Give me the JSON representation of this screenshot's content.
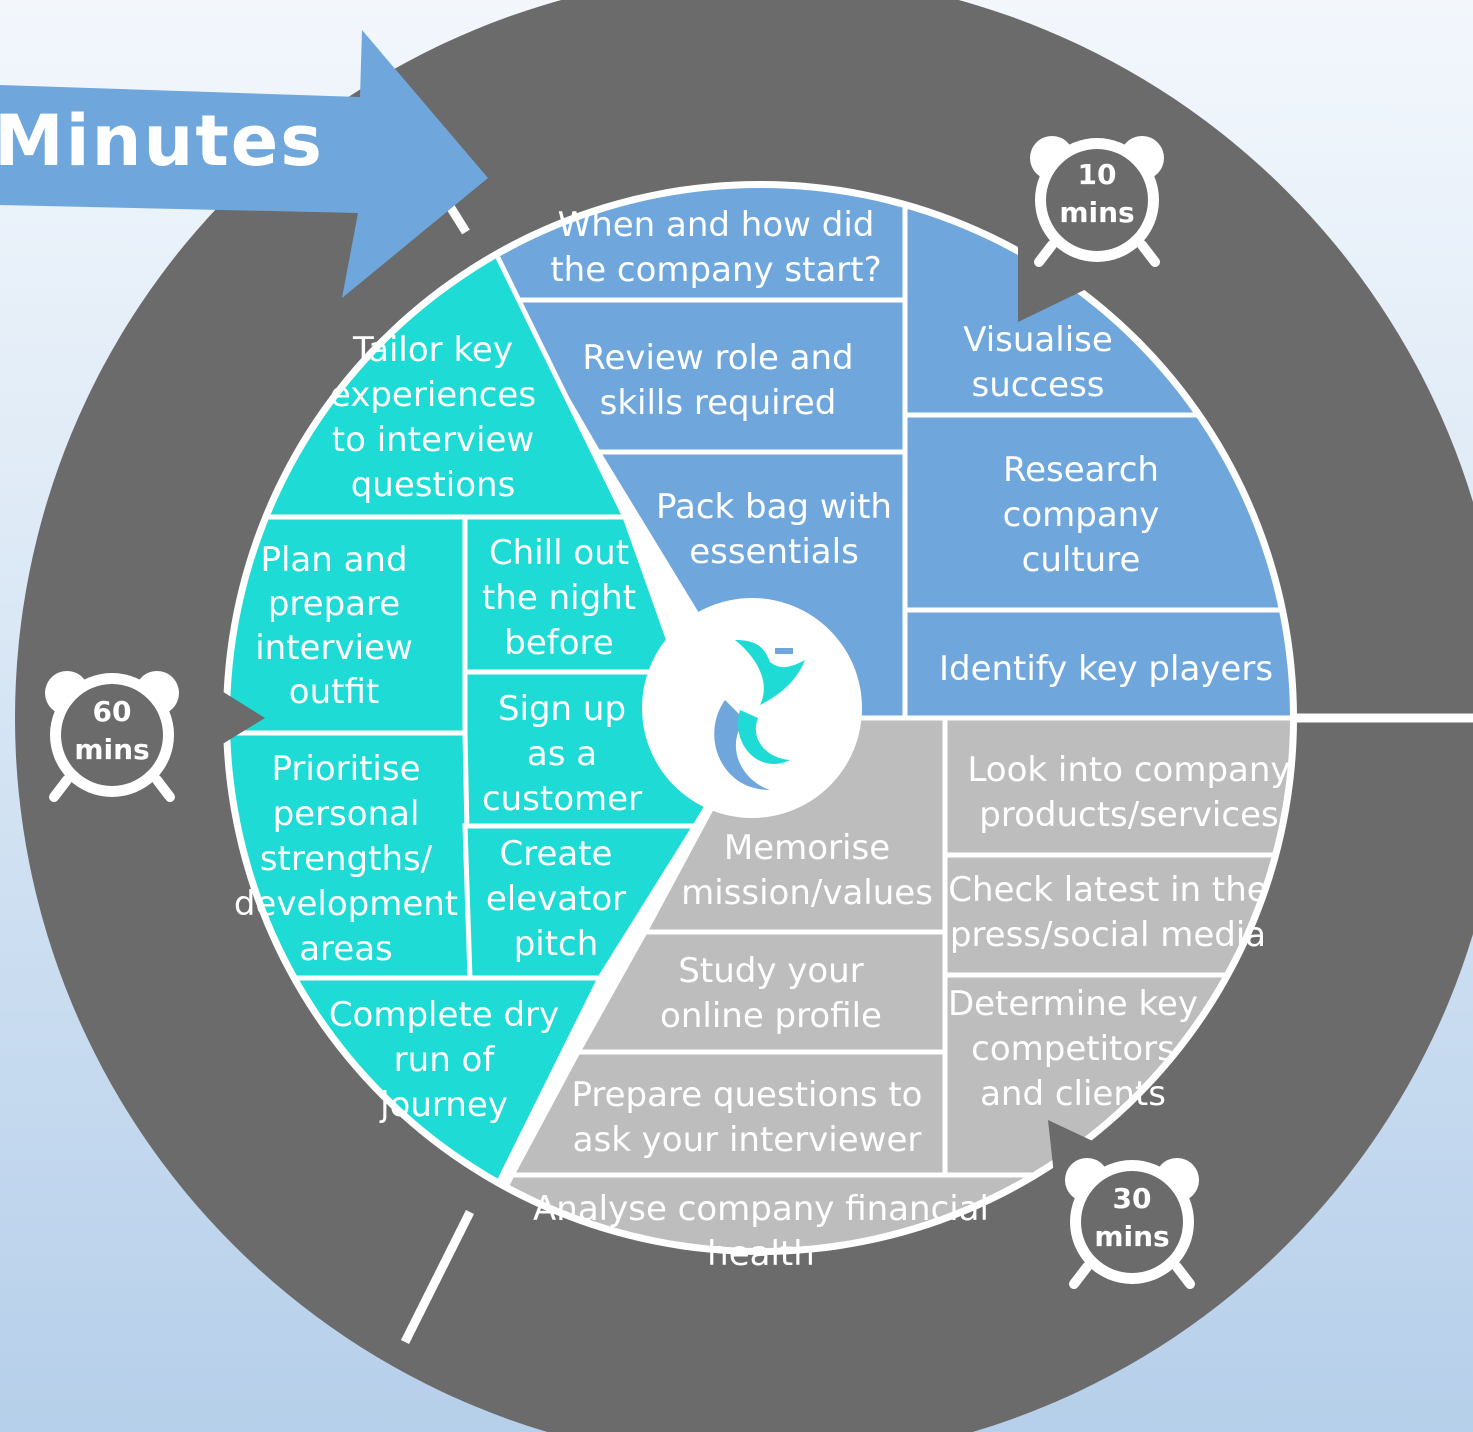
{
  "title": "Minutes",
  "colors": {
    "ring": "#6b6b6b",
    "blue": "#6fa7dd",
    "teal": "#1fdbd5",
    "grey": "#bdbdbd",
    "divider": "#ffffff"
  },
  "timers": {
    "ten": [
      "10",
      "mins"
    ],
    "thirty": [
      "30",
      "mins"
    ],
    "sixty": [
      "60",
      "mins"
    ]
  },
  "blue_items": [
    [
      "When and how did",
      "the company start?"
    ],
    [
      "Review role and",
      "skills required"
    ],
    [
      "Pack bag with",
      "essentials"
    ],
    [
      "Visualise",
      "success"
    ],
    [
      "Research",
      "company",
      "culture"
    ],
    [
      "Identify key players"
    ]
  ],
  "grey_items": [
    [
      "Look into company",
      "products/services"
    ],
    [
      "Memorise",
      "mission/values"
    ],
    [
      "Check latest in the",
      "press/social media"
    ],
    [
      "Study your",
      "online profile"
    ],
    [
      "Determine key",
      "competitors",
      "and clients"
    ],
    [
      "Prepare questions to",
      "ask your interviewer"
    ],
    [
      "Analyse company financial",
      "health"
    ]
  ],
  "teal_items": [
    [
      "Tailor key",
      "experiences",
      "to interview",
      "questions"
    ],
    [
      "Plan and",
      "prepare",
      "interview",
      "outfit"
    ],
    [
      "Chill out",
      "the night",
      "before"
    ],
    [
      "Sign up",
      "as a",
      "customer"
    ],
    [
      "Prioritise",
      "personal",
      "strengths/",
      "development",
      "areas"
    ],
    [
      "Create",
      "elevator",
      "pitch"
    ],
    [
      "Complete dry",
      "run of",
      "journey"
    ]
  ],
  "center_logo": "bird-logo-icon"
}
